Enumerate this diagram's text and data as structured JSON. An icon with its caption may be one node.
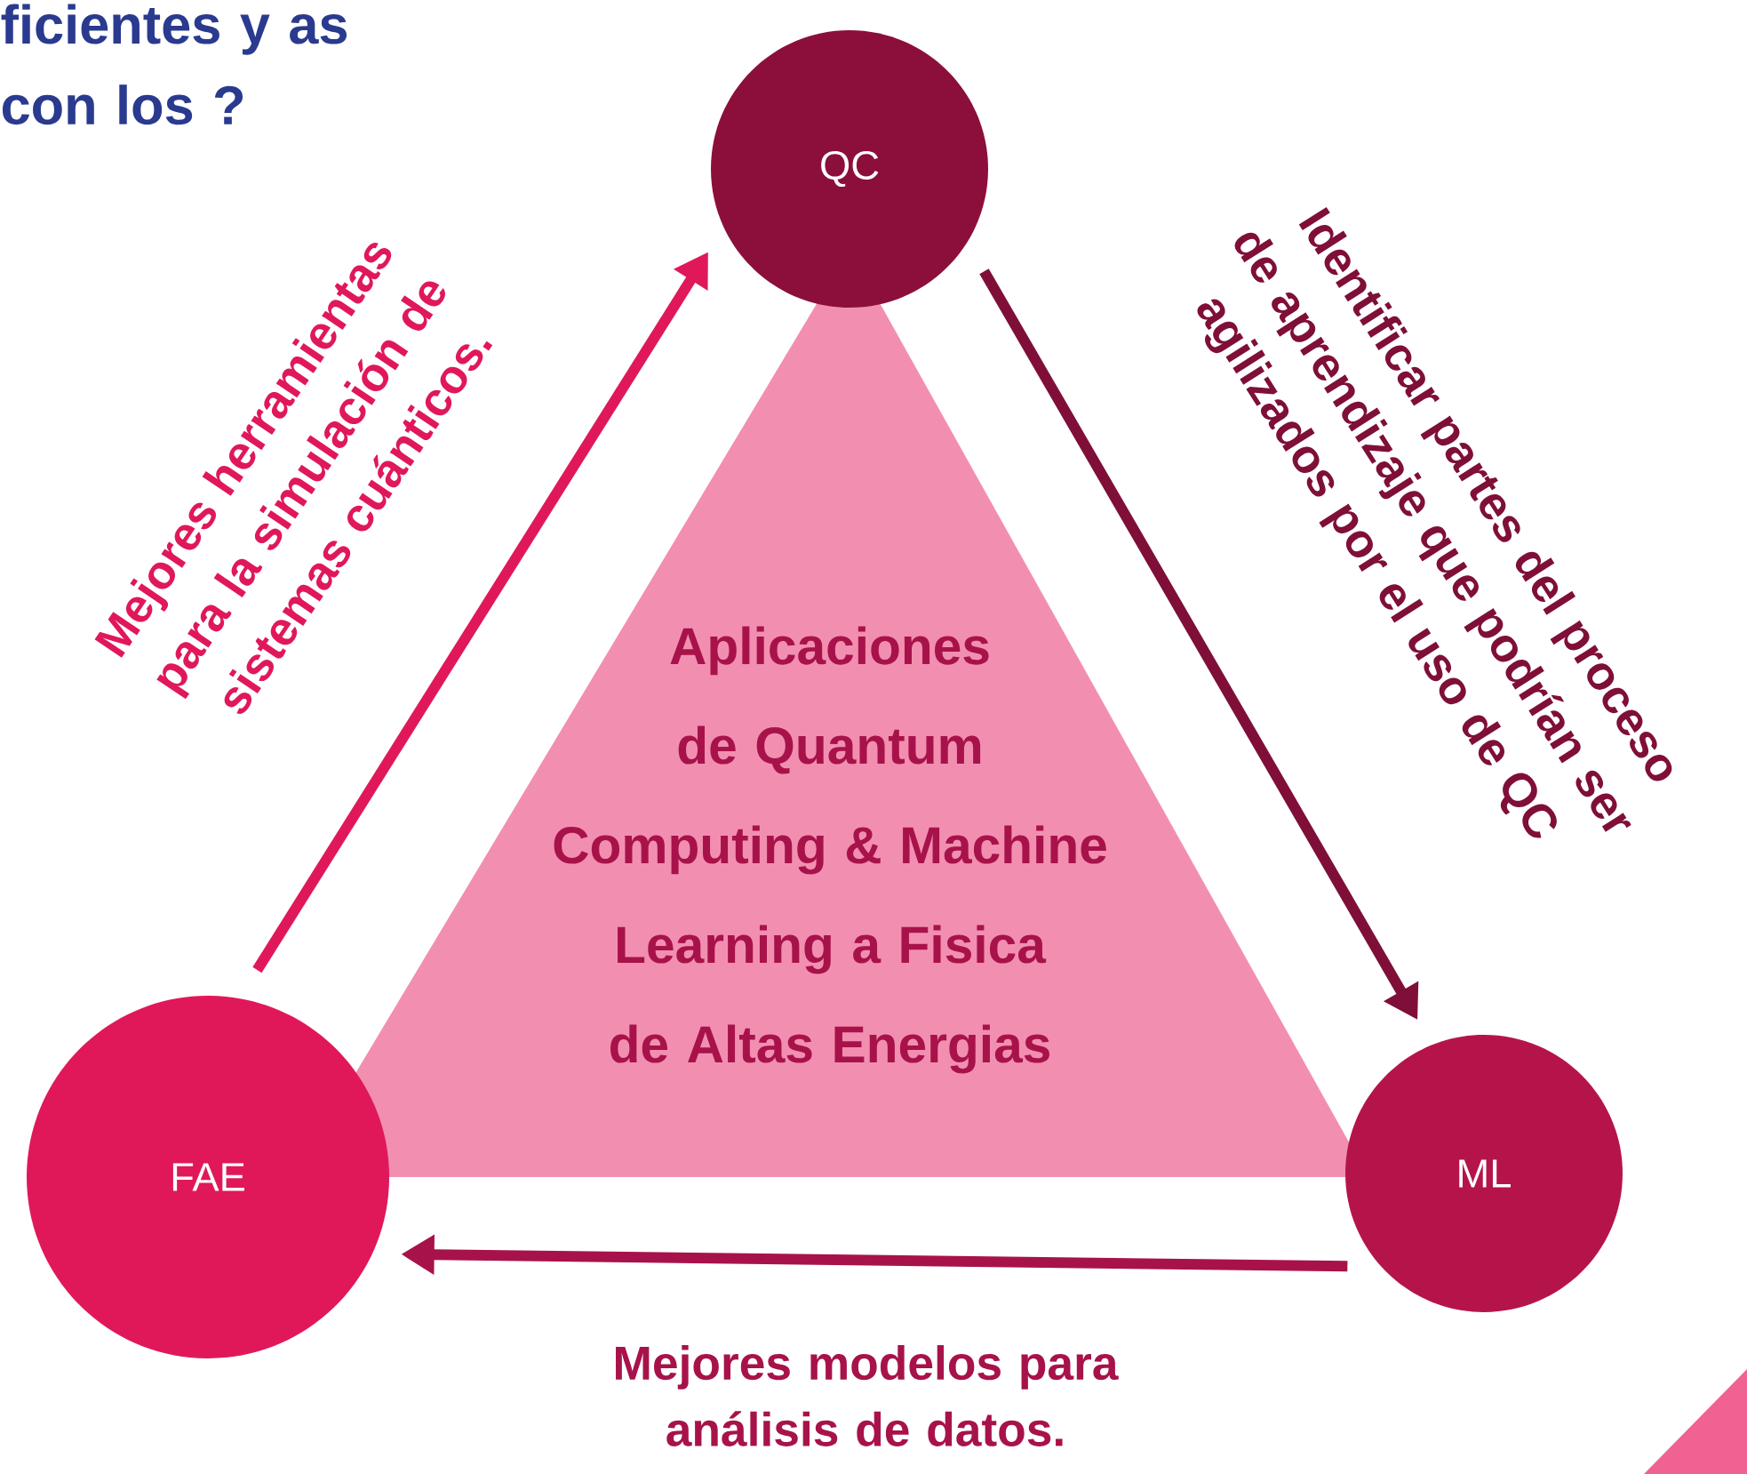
{
  "diagram": {
    "title": "ficientes y as con los ?",
    "nodes": [
      {
        "text": [
          "QC"
        ]
      },
      {
        "text": [
          "FAE"
        ]
      },
      {
        "text": [
          "ML"
        ]
      },
      {
        "text": [
          "Aplicaciones de Quantum Computing & Machine Learning a Fisica de Altas Energias"
        ]
      }
    ],
    "edges": [
      {
        "from": 1,
        "to": 0,
        "arrow": "to",
        "label": "Mejores herramientas para la simulación de sistemas cuánticos.",
        "color": "#e0185a"
      },
      {
        "from": 0,
        "to": 2,
        "arrow": "to",
        "label": "Identificar partes del proceso de aprendizaje que podrían ser agilizados por el uso de QC",
        "color": "#7f0f38"
      },
      {
        "from": 2,
        "to": 1,
        "arrow": "to",
        "label": "Mejores modelos para análisis de datos.",
        "color": "#a8124a"
      }
    ]
  }
}
